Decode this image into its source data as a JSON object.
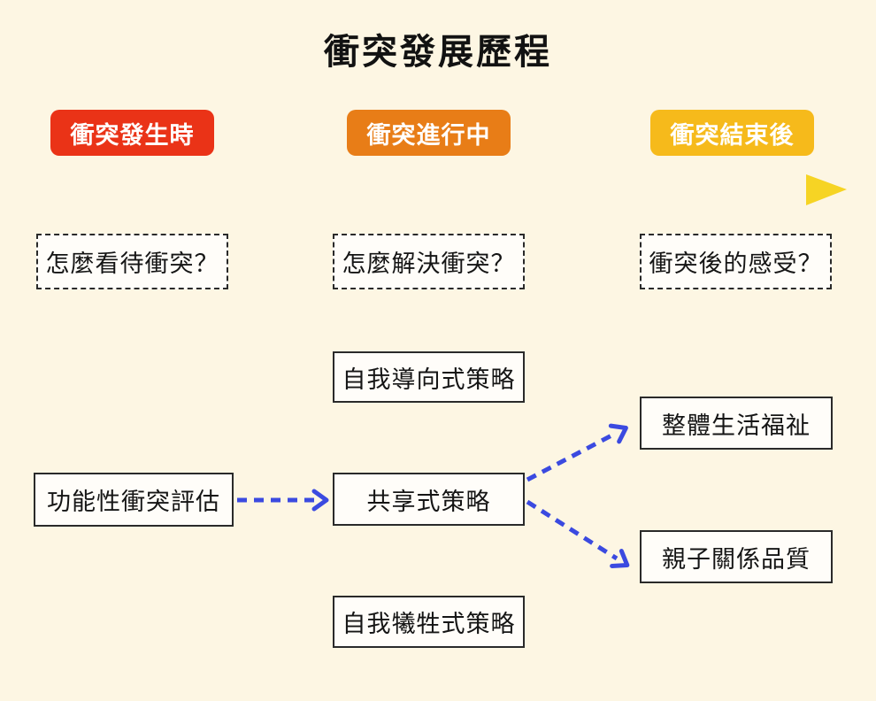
{
  "title": "衝突發展歷程",
  "timeline": {
    "stages": [
      {
        "label": "衝突發生時",
        "color": "#ea3317"
      },
      {
        "label": "衝突進行中",
        "color": "#e87d17"
      },
      {
        "label": "衝突結束後",
        "color": "#f6ba1b"
      }
    ],
    "arrow_gradient": [
      "#e42311",
      "#e97e17",
      "#f6d424"
    ]
  },
  "questions": [
    {
      "label": "怎麼看待衝突？"
    },
    {
      "label": "怎麼解決衝突？"
    },
    {
      "label": "衝突後的感受？"
    }
  ],
  "nodes": {
    "assessment": {
      "label": "功能性衝突評估"
    },
    "self_directed": {
      "label": "自我導向式策略"
    },
    "shared": {
      "label": "共享式策略"
    },
    "self_sacrificing": {
      "label": "自我犧牲式策略"
    },
    "wellbeing": {
      "label": "整體生活福祉"
    },
    "relationship": {
      "label": "親子關係品質"
    }
  },
  "connector_color": "#3b4ae0"
}
